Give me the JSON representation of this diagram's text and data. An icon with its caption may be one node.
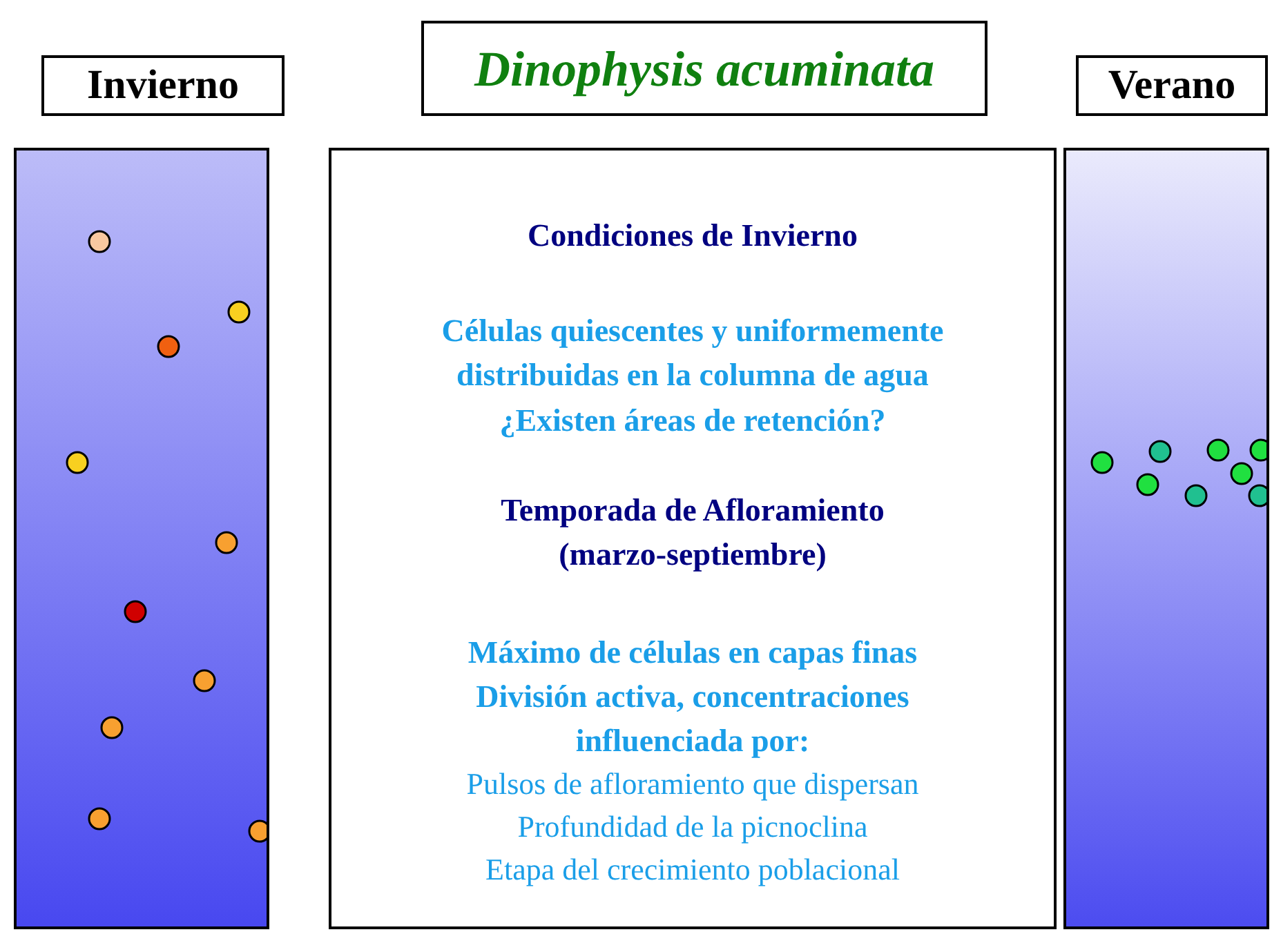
{
  "diagram": {
    "nodes": [
      {
        "text": [
          "Invierno"
        ]
      },
      {
        "text": [
          "Dinophysis acuminata"
        ]
      },
      {
        "text": [
          "Verano"
        ]
      },
      {
        "text": [],
        "shape": "bar"
      },
      {
        "text": [
          "Condiciones de Invierno",
          "Células quiescentes y uniformemente distribuidas en la columna de agua",
          "¿Existen áreas de retención?",
          "Temporada de Afloramiento (marzo-septiembre)",
          "Máximo de células en capas finas División activa, concentraciones influenciada por:",
          "Pulsos de afloramiento que dispersan",
          "Profundidad de la picnoclina",
          "Etapa del crecimiento poblacional"
        ]
      },
      {
        "text": [],
        "shape": "bar"
      }
    ]
  }
}
